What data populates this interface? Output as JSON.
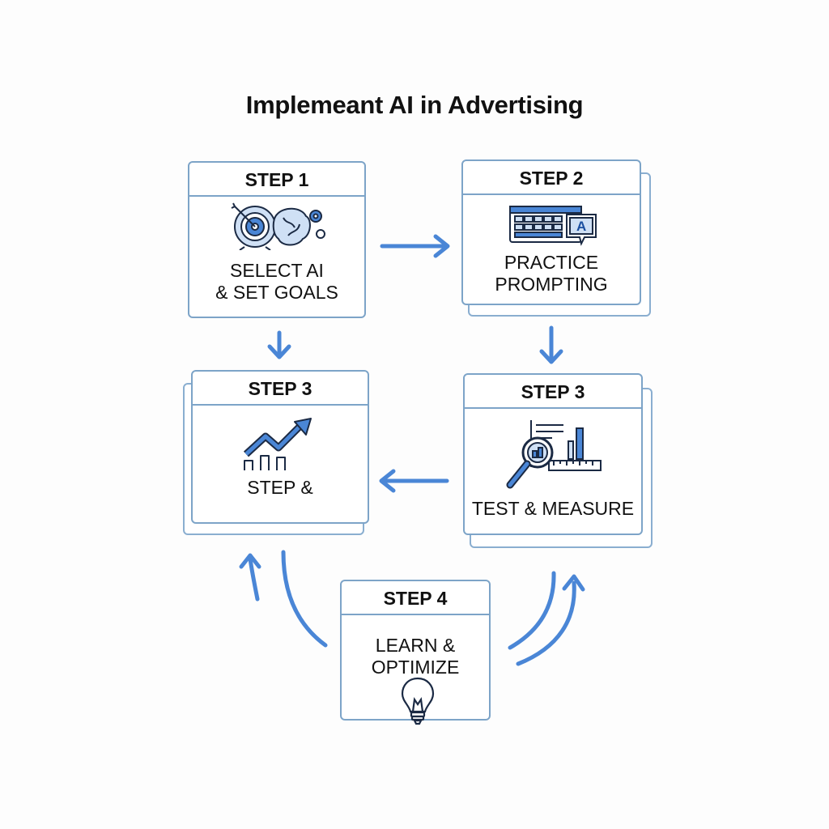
{
  "title": "Implemeant AI in Advertising",
  "colors": {
    "accent": "#4a86d6",
    "border": "#7da4c8"
  },
  "steps": [
    {
      "id": "select-ai",
      "header": "STEP 1",
      "lines": [
        "SELECT AI",
        "& SET GOALS"
      ],
      "icon": "target-brain-gears-icon"
    },
    {
      "id": "practice-prompting",
      "header": "STEP 2",
      "lines": [
        "PRACTICE",
        "PROMPTING"
      ],
      "icon": "keyboard-chat-icon"
    },
    {
      "id": "test-measure",
      "header": "STEP 3",
      "lines": [
        "TEST & MEASURE"
      ],
      "icon": "magnifier-chart-icon"
    },
    {
      "id": "step-and",
      "header": "STEP 3",
      "lines": [
        "STEP &"
      ],
      "icon": "trend-up-icon"
    },
    {
      "id": "learn-optimize",
      "header": "STEP 4",
      "lines": [
        "LEARN &",
        "OPTIMIZE"
      ],
      "icon": "lightbulb-icon"
    }
  ]
}
